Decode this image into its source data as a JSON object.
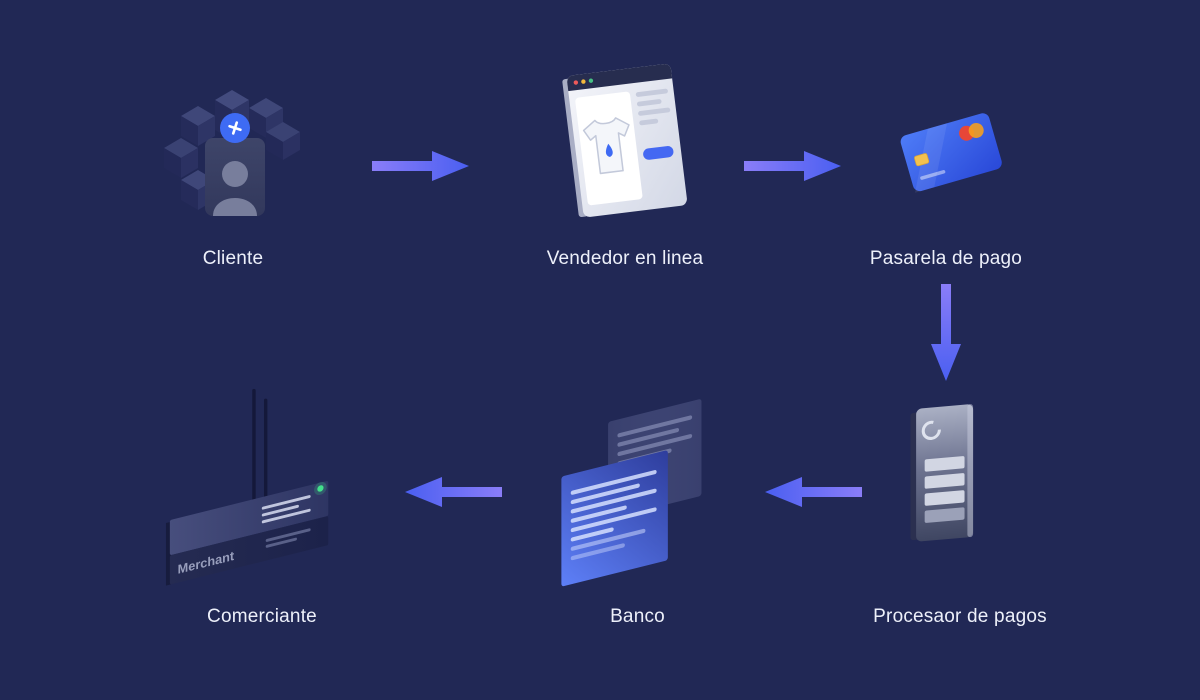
{
  "page": {
    "background_color": "#212855",
    "label_color": "#edf0fa"
  },
  "arrow": {
    "gradient_from": "#8a7df8",
    "gradient_to": "#4a5ff1"
  },
  "nodes": {
    "cliente": {
      "label": "Cliente"
    },
    "vendedor": {
      "label": "Vendedor en linea"
    },
    "pasarela": {
      "label": "Pasarela de pago"
    },
    "procesador": {
      "label": "Procesaor de pagos"
    },
    "banco": {
      "label": "Banco"
    },
    "comerciante": {
      "label": "Comerciante"
    }
  },
  "merchant_device_text": "Merchant",
  "edges": [
    {
      "from": "cliente",
      "to": "vendedor",
      "direction": "right"
    },
    {
      "from": "vendedor",
      "to": "pasarela",
      "direction": "right"
    },
    {
      "from": "pasarela",
      "to": "procesador",
      "direction": "down"
    },
    {
      "from": "procesador",
      "to": "banco",
      "direction": "left"
    },
    {
      "from": "banco",
      "to": "comerciante",
      "direction": "left"
    }
  ]
}
